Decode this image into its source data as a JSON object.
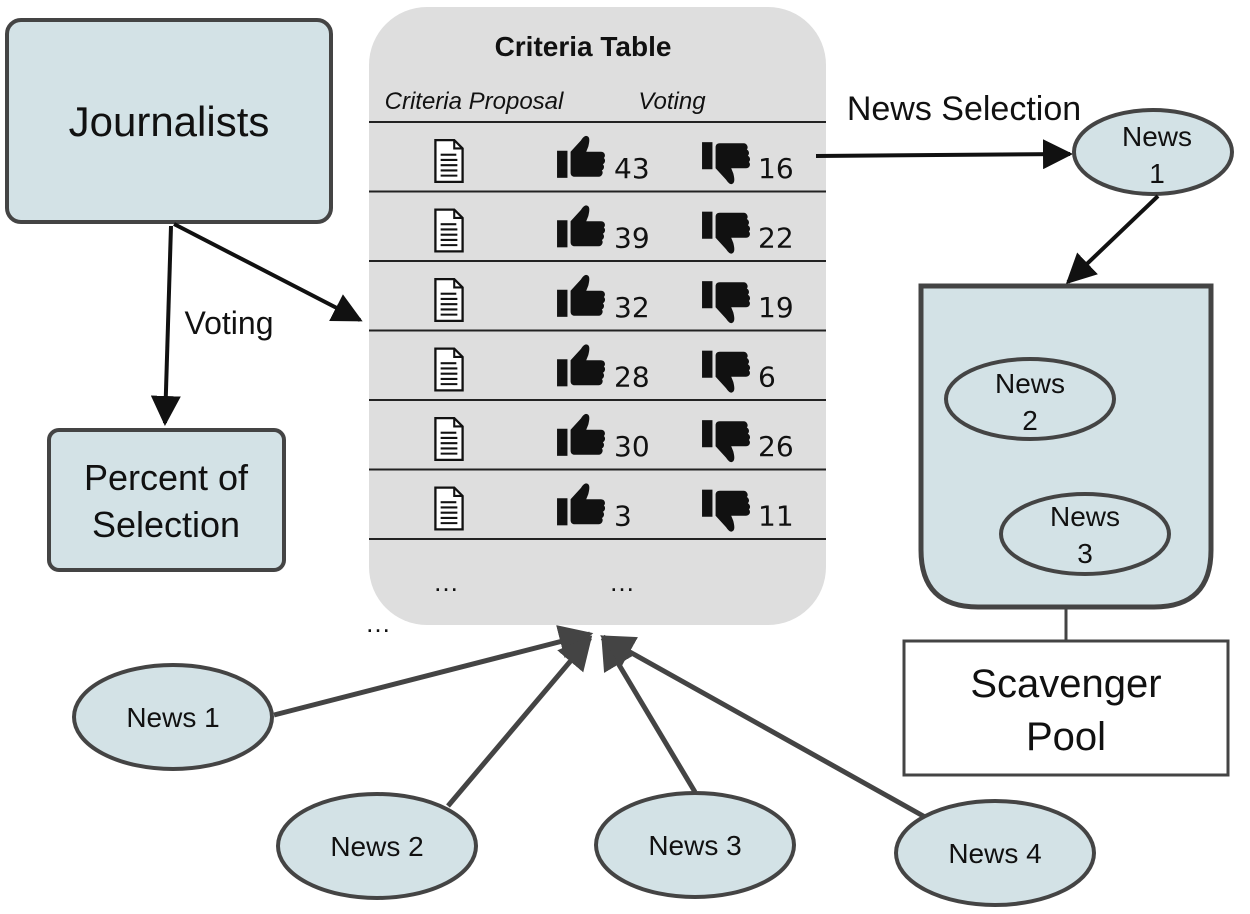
{
  "journalists": {
    "label": "Journalists"
  },
  "voting_label": "Voting",
  "percent_box": {
    "line1": "Percent of",
    "line2": "Selection"
  },
  "criteria_table": {
    "title": "Criteria Table",
    "col_proposal": "Criteria Proposal",
    "col_voting": "Voting",
    "rows": [
      {
        "up": "43",
        "down": "16"
      },
      {
        "up": "39",
        "down": "22"
      },
      {
        "up": "32",
        "down": "19"
      },
      {
        "up": "28",
        "down": "6"
      },
      {
        "up": "30",
        "down": "26"
      },
      {
        "up": "3",
        "down": "11"
      }
    ],
    "ellipsis_1": "…",
    "ellipsis_2": "…",
    "ellipsis_outside": "…"
  },
  "news_selection_label": "News Selection",
  "selected_news": {
    "line1": "News",
    "line2": "1"
  },
  "pool_news": [
    {
      "line1": "News",
      "line2": "2"
    },
    {
      "line1": "News",
      "line2": "3"
    }
  ],
  "scavenger_pool": {
    "line1": "Scavenger",
    "line2": "Pool"
  },
  "incoming_news": [
    "News 1",
    "News 2",
    "News 3",
    "News 4"
  ],
  "colors": {
    "node_fill": "#d3e2e6",
    "table_fill": "#dedede",
    "stroke": "#444444"
  },
  "icons": [
    "document-icon",
    "thumbs-up-icon",
    "thumbs-down-icon"
  ]
}
